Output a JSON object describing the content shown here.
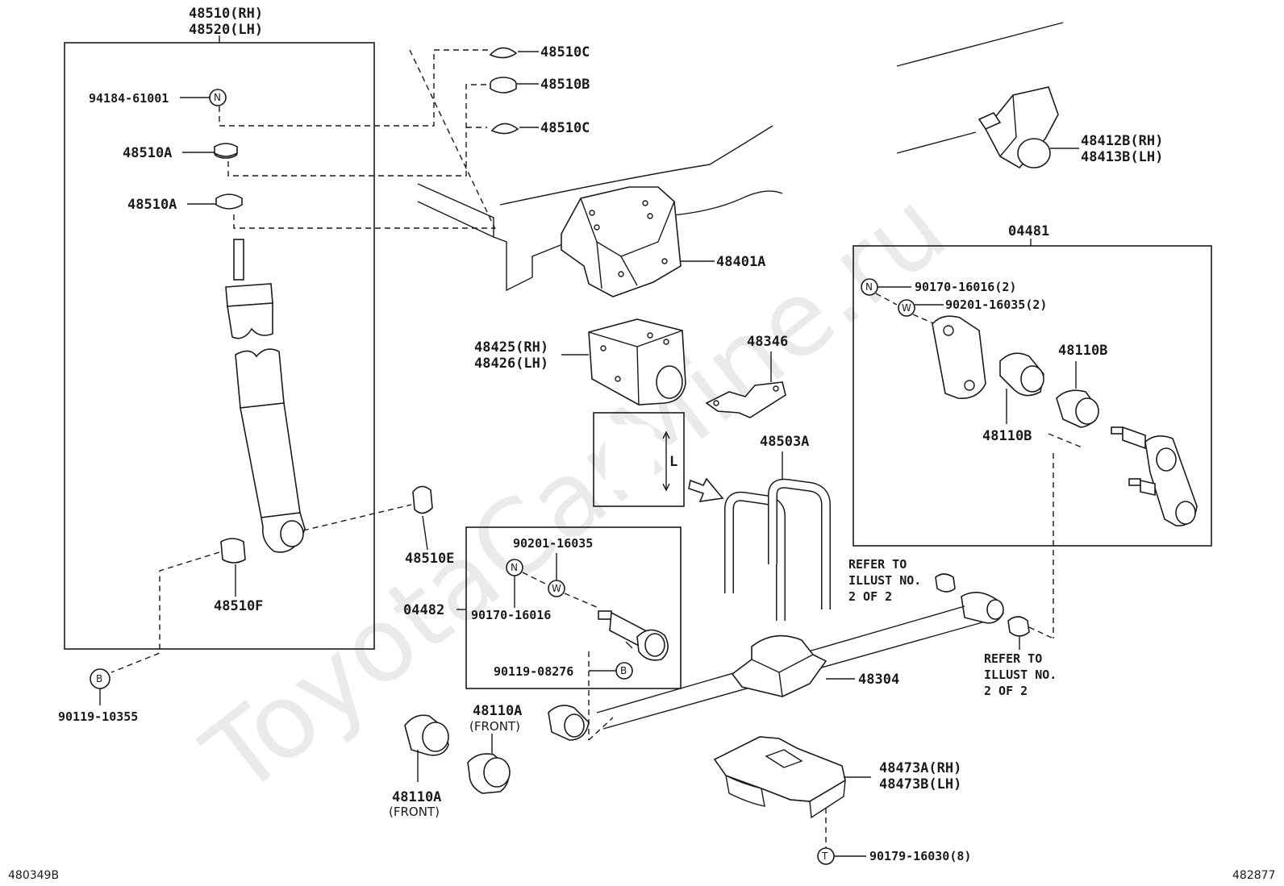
{
  "watermark": "ToyotaCarMine.ru",
  "footer": {
    "left_code": "480349B",
    "right_code": "482877"
  },
  "labels": {
    "shock_rh": "48510(RH)",
    "shock_lh": "48520(LH)",
    "nut_top": "94184-61001",
    "cushion_a1": "48510A",
    "cushion_a2": "48510A",
    "cushion_c1": "48510C",
    "cushion_b": "48510B",
    "cushion_c2": "48510C",
    "bracket_401": "48401A",
    "hanger_rh": "48412B(RH)",
    "hanger_lh": "48413B(LH)",
    "kit_04481": "04481",
    "nut_16016_2": "90170-16016(2)",
    "washer_16035_2": "90201-16035(2)",
    "bush_110b_top": "48110B",
    "bush_110b_bot": "48110B",
    "bracket_425_rh": "48425(RH)",
    "bracket_426_lh": "48426(LH)",
    "bumper_346": "48346",
    "ubolt_503": "48503A",
    "ubolt_dim": "L",
    "bush_e": "48510E",
    "bush_f": "48510F",
    "kit_04482": "04482",
    "washer_16035": "90201-16035",
    "nut_16016": "90170-16016",
    "bolt_08276": "90119-08276",
    "bolt_10355": "90119-10355",
    "bumper_304": "48304",
    "refer_r1": "REFER TO",
    "refer_r2": "ILLUST NO.",
    "refer_r3": "2 OF 2",
    "refer_l1": "REFER TO",
    "refer_l2": "ILLUST NO.",
    "refer_l3": "2 OF 2",
    "bush_110a_top": "48110A",
    "front_top": "(FRONT)",
    "bush_110a_bot": "48110A",
    "front_bot": "(FRONT)",
    "seat_rh": "48473A(RH)",
    "seat_lh": "48473B(LH)",
    "nut_16030": "90179-16030(8)"
  },
  "symbols": {
    "nut": "N",
    "washer": "W",
    "bolt": "B",
    "tnut": "T"
  }
}
